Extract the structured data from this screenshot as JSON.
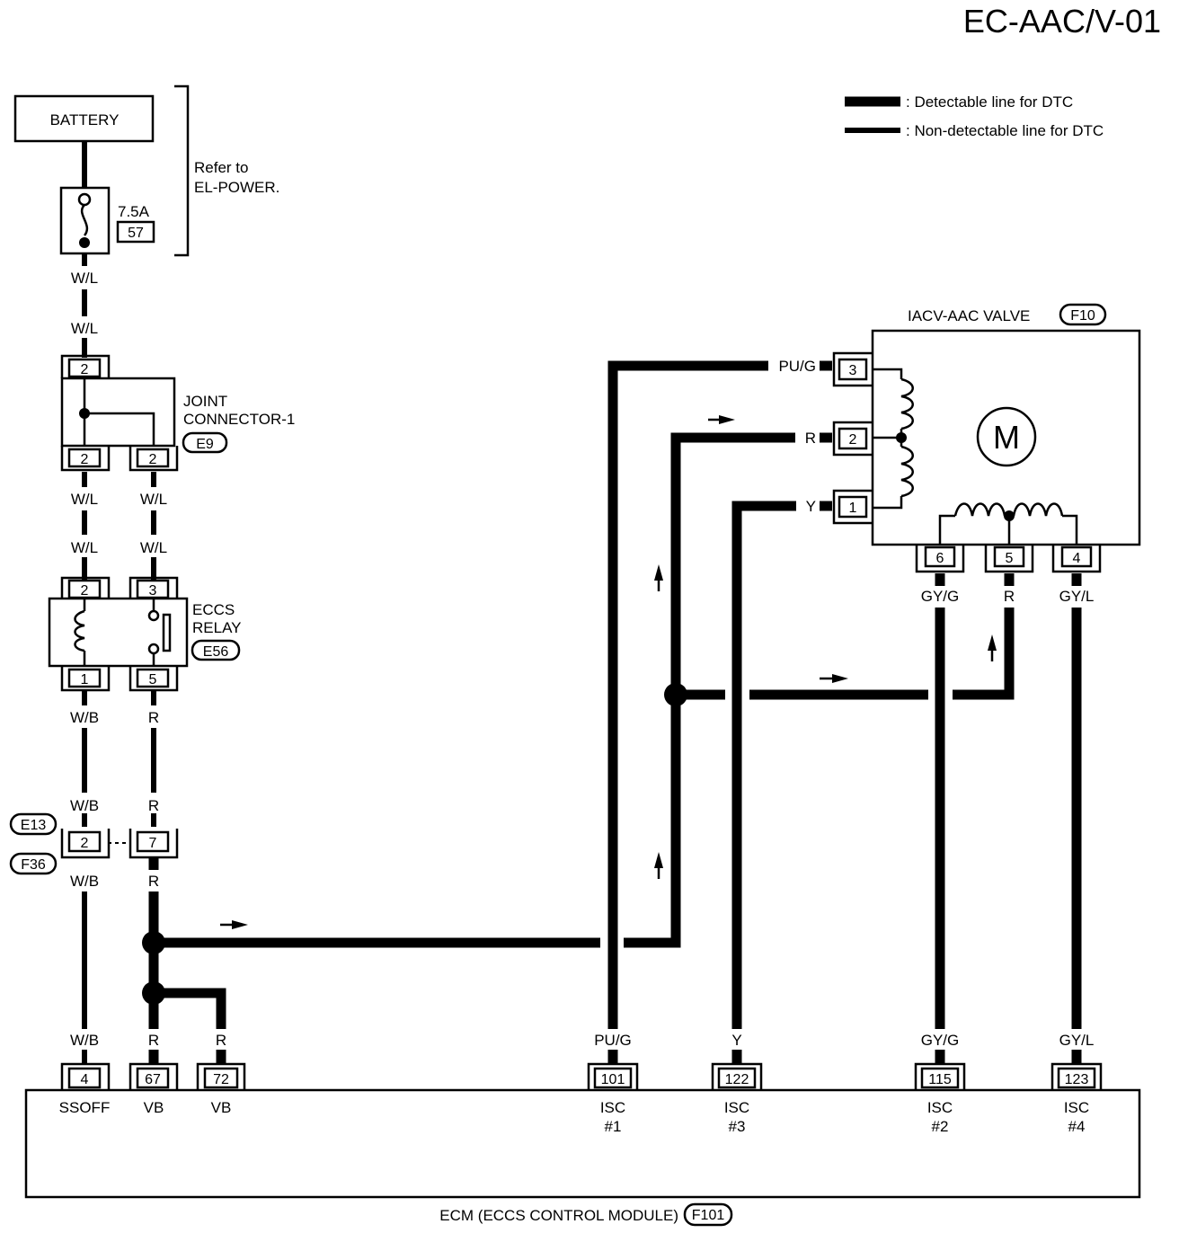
{
  "page_code": "EC-AAC/V-01",
  "legend": {
    "detectable": ": Detectable line for DTC",
    "non_detectable": ": Non-detectable line for DTC"
  },
  "battery": {
    "label": "BATTERY",
    "note_line1": "Refer to",
    "note_line2": "EL-POWER."
  },
  "fuse": {
    "rating": "7.5A",
    "number": "57"
  },
  "joint_connector": {
    "line1": "JOINT",
    "line2": "CONNECTOR-1",
    "code": "E9"
  },
  "eccs_relay": {
    "line1": "ECCS",
    "line2": "RELAY",
    "code": "E56"
  },
  "iacv": {
    "label": "IACV-AAC VALVE",
    "code": "F10",
    "motor": "M"
  },
  "connectors": {
    "e13": "E13",
    "f36": "F36"
  },
  "ecm": {
    "label": "ECM (ECCS CONTROL MODULE)",
    "code": "F101"
  },
  "wires": {
    "wl": "W/L",
    "wb": "W/B",
    "r": "R",
    "pug": "PU/G",
    "y": "Y",
    "gyg": "GY/G",
    "gyl": "GY/L"
  },
  "pins": {
    "jc_top": "2",
    "jc_bl": "2",
    "jc_br": "2",
    "relay_tl": "2",
    "relay_tr": "3",
    "relay_bl": "1",
    "relay_br": "5",
    "e13_a": "2",
    "e13_b": "7",
    "v3": "3",
    "v2": "2",
    "v1": "1",
    "v6": "6",
    "v5": "5",
    "v4": "4",
    "ecm_4": "4",
    "ecm_67": "67",
    "ecm_72": "72",
    "ecm_101": "101",
    "ecm_122": "122",
    "ecm_115": "115",
    "ecm_123": "123"
  },
  "ecm_terminals": {
    "ssoff": "SSOFF",
    "vb1": "VB",
    "vb2": "VB",
    "isc": "ISC",
    "n1": "#1",
    "n3": "#3",
    "n2": "#2",
    "n4": "#4"
  }
}
